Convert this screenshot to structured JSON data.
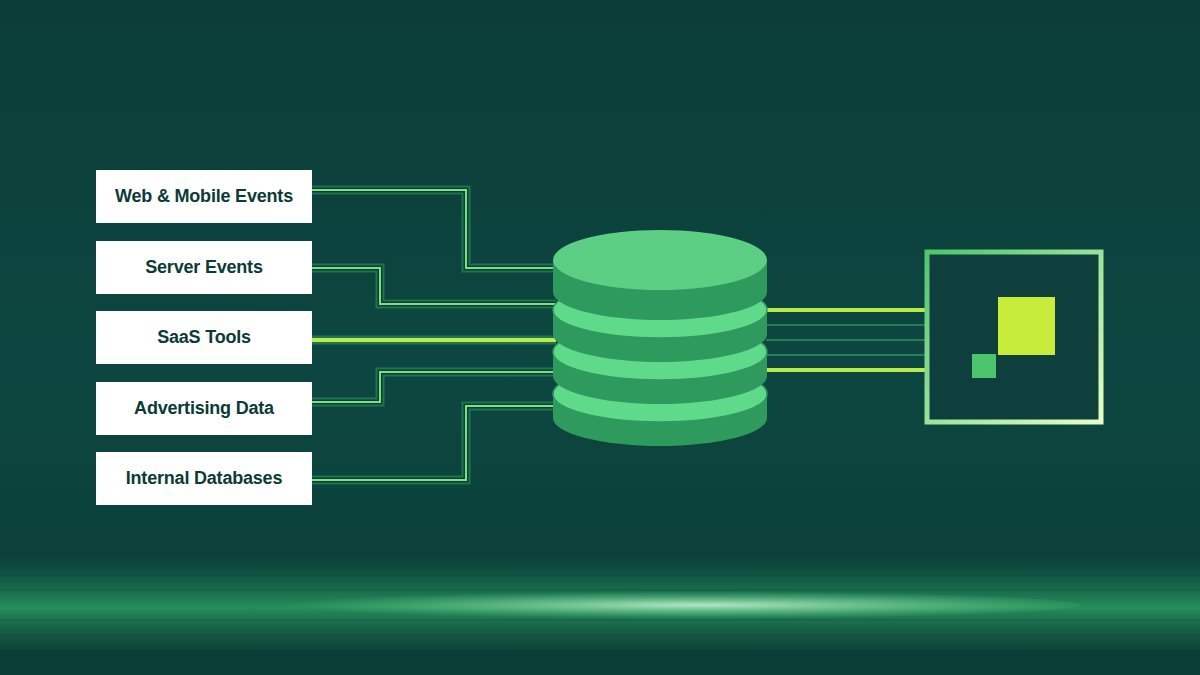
{
  "diagram": {
    "nodes": [
      {
        "text": [
          "Web & Mobile Events"
        ]
      },
      {
        "text": [
          "Server Events"
        ]
      },
      {
        "text": [
          "SaaS Tools"
        ]
      },
      {
        "text": [
          "Advertising Data"
        ]
      },
      {
        "text": [
          "Internal Databases"
        ]
      }
    ]
  }
}
